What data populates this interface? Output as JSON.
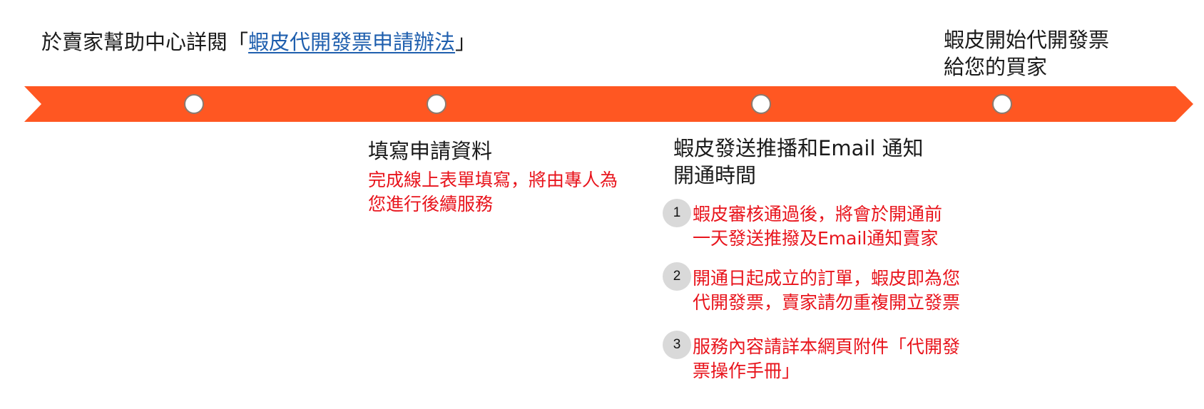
{
  "colors": {
    "arrow": "#ff5722",
    "link": "#1f5fae",
    "note_text": "#e8141c",
    "heading_text": "#1a1a1a",
    "number_badge": "#d9d9d9"
  },
  "top_left": {
    "prefix": "於賣家幫助中心詳閱「",
    "link": "蝦皮代開發票申請辦法",
    "suffix": "」"
  },
  "top_right": {
    "line1": "蝦皮開始代開發票",
    "line2": "給您的買家"
  },
  "step_fill": {
    "title": "填寫申請資料",
    "note_line1": "完成線上表單填寫，將由專人為",
    "note_line2": "您進行後續服務"
  },
  "step_notify": {
    "title_line1": "蝦皮發送推播和Email 通知",
    "title_line2": "開通時間",
    "items": [
      {
        "number": "1",
        "line1": "蝦皮審核通過後，將會於開通前",
        "line2": "一天發送推撥及Email通知賣家"
      },
      {
        "number": "2",
        "line1": "開通日起成立的訂單，蝦皮即為您",
        "line2": "代開發票，賣家請勿重複開立發票"
      },
      {
        "number": "3",
        "line1": "服務內容請詳本網頁附件「代開發",
        "line2": "票操作手冊」"
      }
    ]
  },
  "timeline": {
    "markers": [
      {
        "label": "step-1-marker"
      },
      {
        "label": "step-2-marker"
      },
      {
        "label": "step-3-marker"
      },
      {
        "label": "step-4-marker"
      }
    ]
  }
}
